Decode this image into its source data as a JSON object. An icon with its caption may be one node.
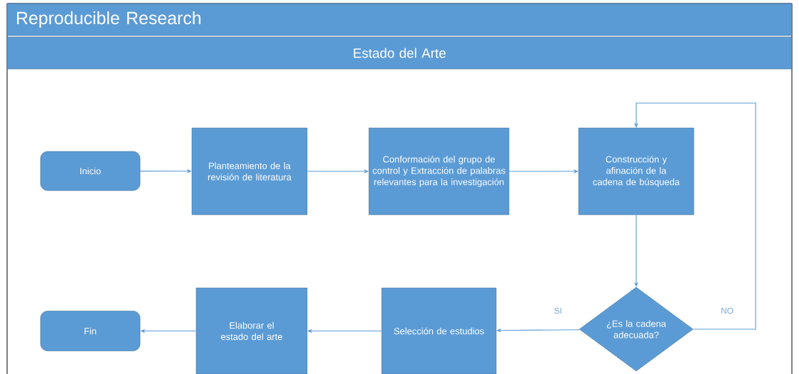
{
  "diagram": {
    "nodes": [
      {
        "text": [
          "Reproducible Research"
        ]
      },
      {
        "text": [
          "Estado del Arte"
        ]
      },
      {
        "text": [
          "Inicio"
        ]
      },
      {
        "text": [
          "Planteamiento de la revisión de literatura"
        ]
      },
      {
        "text": [
          "Conformación del grupo de control y Extracción de palabras relevantes para la investigación"
        ]
      },
      {
        "text": [
          "Construcción y afinación de la cadena de búsqueda"
        ]
      },
      {
        "text": [
          "¿Es la cadena adecuada?"
        ]
      },
      {
        "text": [
          "Selección de estudios"
        ]
      },
      {
        "text": [
          "Elaborar el estado del arte"
        ]
      },
      {
        "text": [
          "Fin"
        ]
      }
    ],
    "edges": [
      {
        "from": 2,
        "to": 3,
        "arrow": "to"
      },
      {
        "from": 3,
        "to": 4,
        "arrow": "to"
      },
      {
        "from": 4,
        "to": 5,
        "arrow": "to"
      },
      {
        "from": 5,
        "to": 6,
        "arrow": "to"
      },
      {
        "from": 6,
        "to": 7,
        "arrow": "to",
        "label": "SI"
      },
      {
        "from": 6,
        "to": 5,
        "arrow": "to",
        "label": "NO"
      },
      {
        "from": 7,
        "to": 8,
        "arrow": "to"
      },
      {
        "from": 8,
        "to": 9,
        "arrow": "to"
      }
    ]
  }
}
